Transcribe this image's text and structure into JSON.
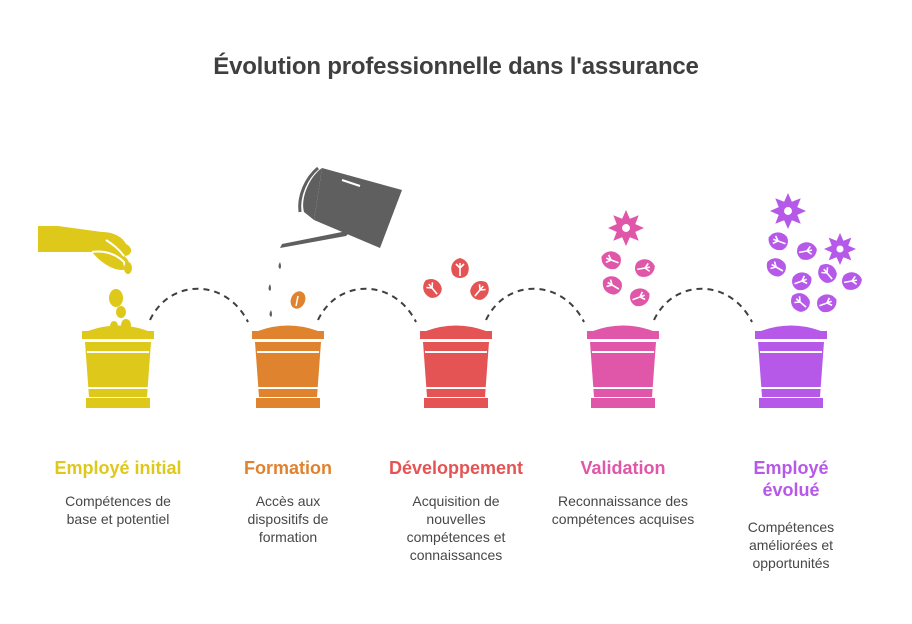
{
  "title": "Évolution professionnelle dans l'assurance",
  "colors": {
    "employe_initial": "#DEC81A",
    "formation": "#E0832F",
    "developpement": "#E55454",
    "validation": "#E056A8",
    "employe_evolue": "#B659E8",
    "watering_can": "#5F5F5F",
    "text": "#474747",
    "connector": "#3f3f3f"
  },
  "steps": [
    {
      "title": "Employé initial",
      "description": "Compétences de base et potentiel",
      "color": "#DEC81A",
      "icon": "hand-dropping-seeds-icon"
    },
    {
      "title": "Formation",
      "description": "Accès aux dispositifs de formation",
      "color": "#E0832F",
      "icon": "watering-can-icon"
    },
    {
      "title": "Développement",
      "description": "Acquisition de nouvelles compétences et connaissances",
      "color": "#E55454",
      "icon": "leaves-icon"
    },
    {
      "title": "Validation",
      "description": "Reconnaissance des compétences acquises",
      "color": "#E056A8",
      "icon": "flower-and-leaves-icon"
    },
    {
      "title": "Employé évolué",
      "description": "Compétences améliorées et opportunités",
      "color": "#B659E8",
      "icon": "full-flowers-icon"
    }
  ]
}
